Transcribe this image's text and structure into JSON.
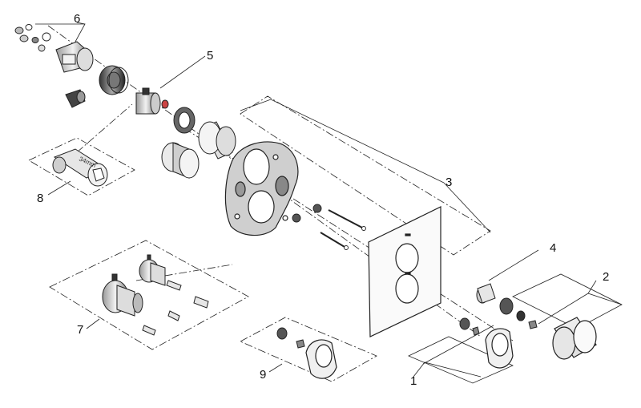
{
  "callouts": {
    "c1": "1",
    "c2": "2",
    "c3": "3",
    "c4": "4",
    "c5": "5",
    "c6": "6",
    "c7": "7",
    "c8": "8",
    "c9": "9"
  },
  "wrench_label": "34mm",
  "colors": {
    "line": "#222222",
    "part_light": "#e6e6e6",
    "part_mid": "#bdbdbd",
    "part_dark": "#555555",
    "background": "#ffffff"
  }
}
